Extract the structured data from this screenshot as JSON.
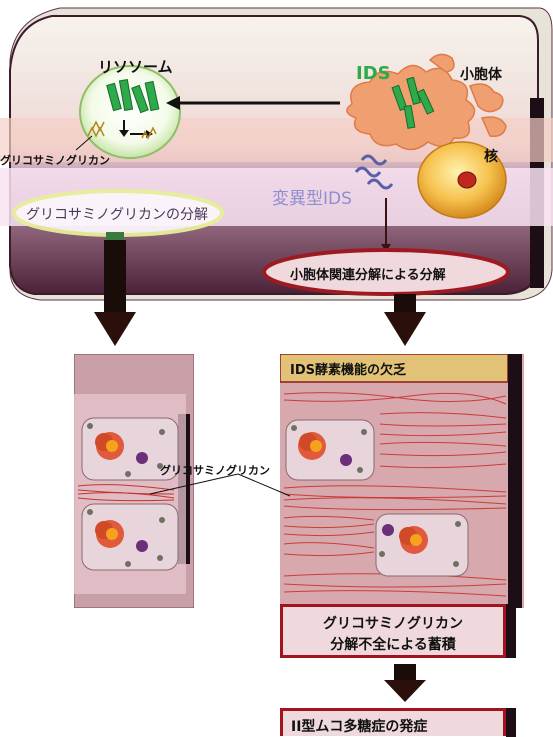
{
  "cell": {
    "lysosome": "リソソーム",
    "ids": "IDS",
    "er": "小胞体",
    "nucleus": "核",
    "gag_small": "グリコサミノグリカン",
    "mutant_ids": "変異型IDS",
    "gag_degradation": "グリコサミノグリカンの分解",
    "er_degradation": "小胞体関連分解による分解"
  },
  "left_panel": {
    "gag_label": "グリコサミノグリカン"
  },
  "right_panel": {
    "header": "IDS酵素機能の欠乏",
    "accumulation_line1": "グリコサミノグリカン",
    "accumulation_line2": "分解不全による蓄積"
  },
  "outcome": {
    "label": "II型ムコ多糖症の発症"
  },
  "colors": {
    "cell_outer": "#5c3347",
    "cell_inner": "#f5f2ea",
    "panel_bg": "#c9a0a7",
    "header_bg": "#e2c276",
    "box_border": "#a3131e",
    "arrow": "#2a0f0a",
    "ids_green": "#2eaa4a"
  }
}
